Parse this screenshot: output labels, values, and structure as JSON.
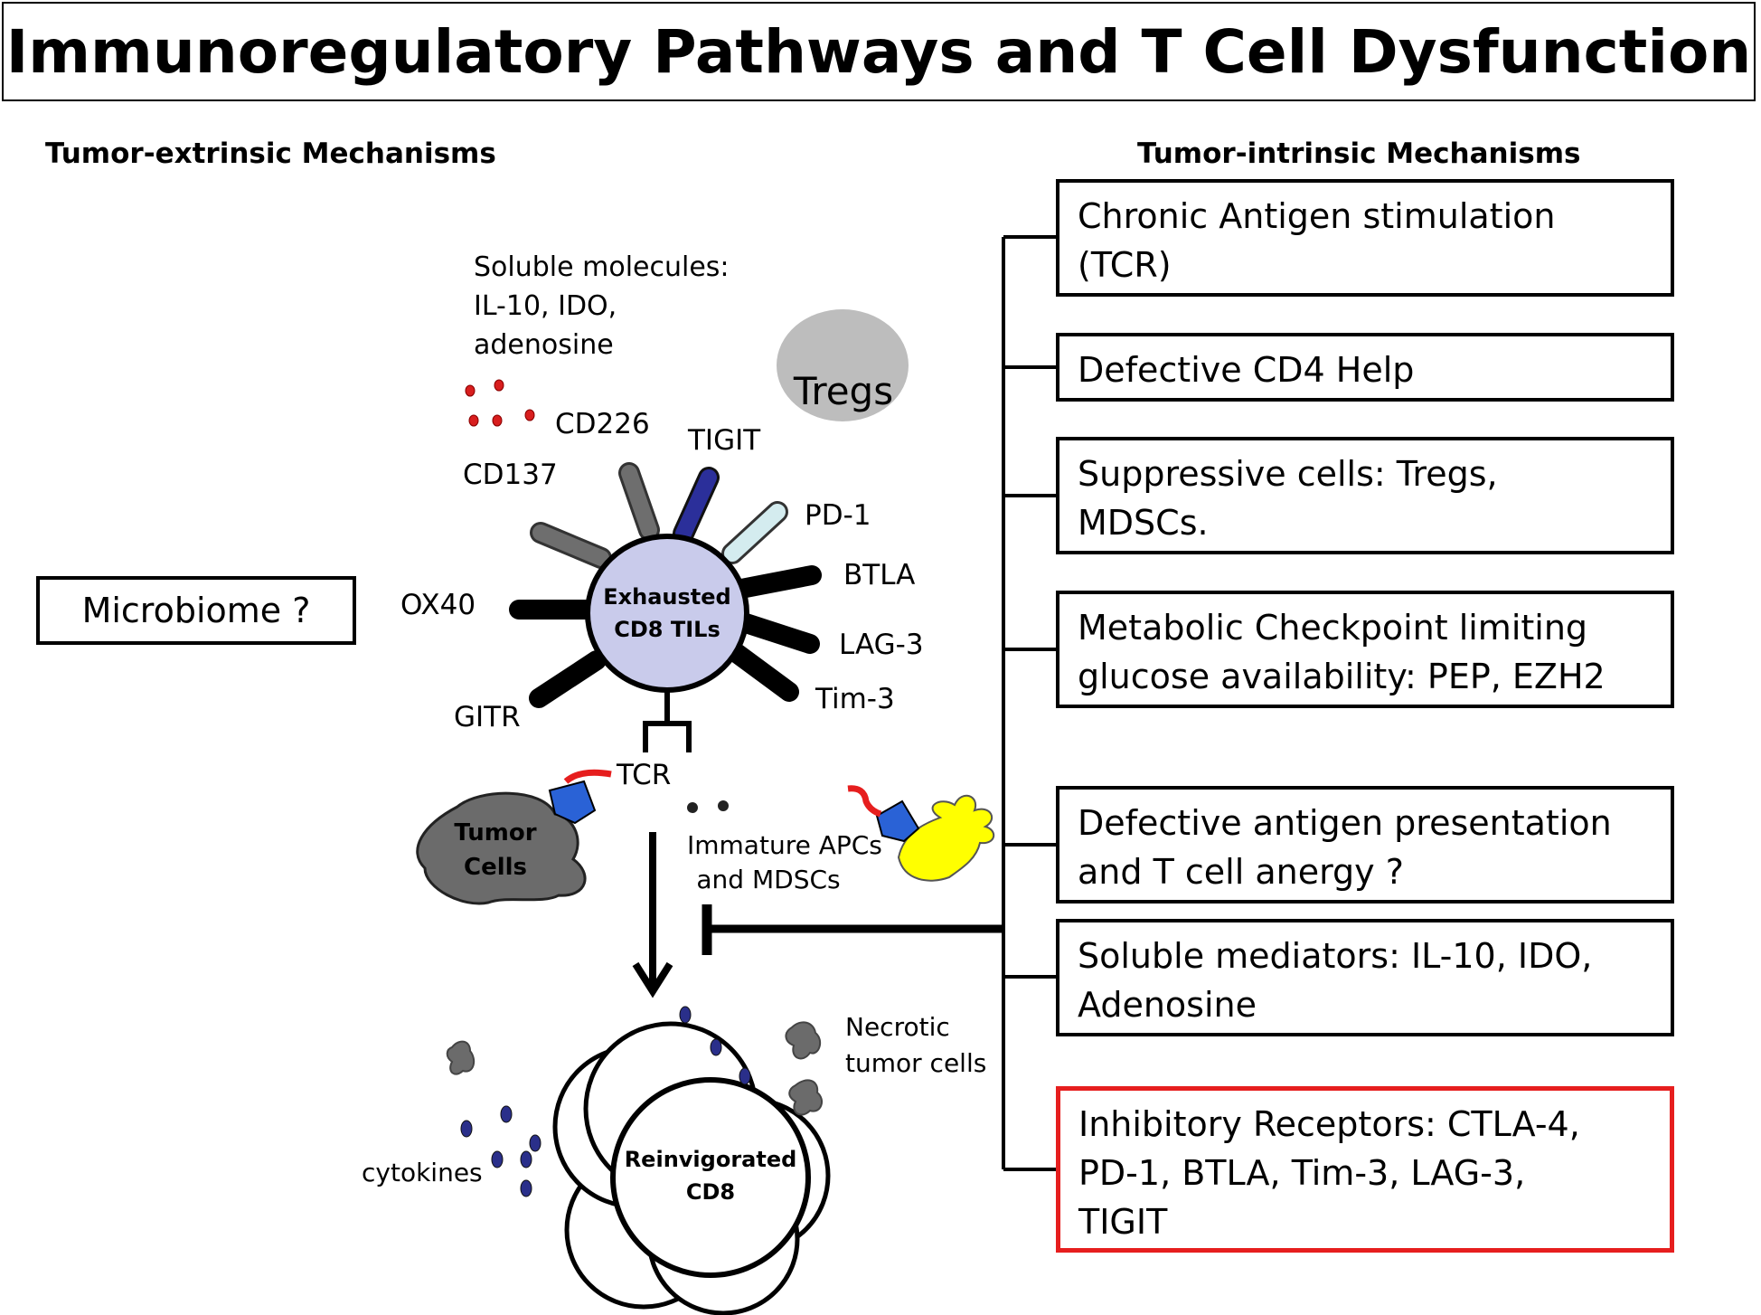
{
  "title": "Immunoregulatory Pathways and T Cell Dysfunction",
  "left_heading": "Tumor-extrinsic Mechanisms",
  "right_heading": "Tumor-intrinsic Mechanisms",
  "intrinsic_mechanisms": [
    {
      "lines": [
        "Chronic Antigen stimulation",
        "(TCR)"
      ]
    },
    {
      "lines": [
        "Defective CD4 Help"
      ]
    },
    {
      "lines": [
        "Suppressive cells: Tregs,",
        "MDSCs."
      ]
    },
    {
      "lines": [
        "Metabolic Checkpoint limiting",
        "glucose availability: PEP, EZH2"
      ]
    },
    {
      "lines": [
        "Defective antigen presentation",
        "and T cell anergy ?"
      ]
    },
    {
      "lines": [
        "Soluble mediators: IL-10, IDO,",
        "Adenosine"
      ]
    },
    {
      "lines": [
        "Inhibitory Receptors: CTLA-4,",
        "PD-1, BTLA, Tim-3, LAG-3,",
        "TIGIT"
      ],
      "highlight_color": "#e61e1e"
    }
  ],
  "microbiome": "Microbiome ?",
  "soluble": [
    "Soluble molecules:",
    "IL-10, IDO,",
    "adenosine"
  ],
  "tregs": "Tregs",
  "receptors": {
    "cd226": "CD226",
    "tigit": "TIGIT",
    "cd137": "CD137",
    "pd1": "PD-1",
    "btla": "BTLA",
    "ox40": "OX40",
    "lag3": "LAG-3",
    "tim3": "Tim-3",
    "gitr": "GITR",
    "tcr": "TCR"
  },
  "exhausted_cell": [
    "Exhausted",
    "CD8 TILs"
  ],
  "tumor_cells": [
    "Tumor",
    "Cells"
  ],
  "immature_apcs": [
    "Immature APCs",
    "and MDSCs"
  ],
  "necrotic": [
    "Necrotic",
    "tumor cells"
  ],
  "cytokines": "cytokines",
  "reinvigorated": [
    "Reinvigorated",
    "CD8"
  ],
  "colors": {
    "exhausted_cell_fill": "#c9cbeb",
    "tregs_fill": "#bdbdbd",
    "tigit": "#2b2f9a",
    "pd1": "#d4ecef",
    "gray_receptor": "#6e6e6e",
    "black_receptor": "#000000",
    "tumor_fill": "#6b6b6b",
    "mhc_blue": "#2a62d6",
    "peptide_red": "#e61e1e",
    "apc_yellow": "#ffff00",
    "cytokine_dot": "#2a2f8a",
    "soluble_dot": "#d81e1e",
    "highlight_border": "#e61e1e"
  }
}
